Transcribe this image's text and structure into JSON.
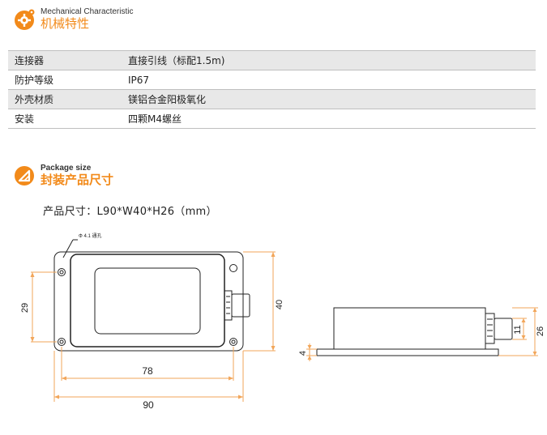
{
  "mechanical": {
    "title_en": "Mechanical Characteristic",
    "title_cn": "机械特性",
    "rows": [
      {
        "key": "连接器",
        "value": "直接引线（标配1.5m)"
      },
      {
        "key": "防护等级",
        "value": "IP67"
      },
      {
        "key": "外壳材质",
        "value": "镁铝合金阳极氧化"
      },
      {
        "key": "安装",
        "value": "四颗M4螺丝"
      }
    ]
  },
  "package": {
    "title_en": "Package size",
    "title_cn": "封装产品尺寸",
    "size_text": "产品尺寸：L90*W40*H26（mm）"
  },
  "drawing": {
    "hole_note": "Φ 4.1 通孔",
    "dim_29": "29",
    "dim_40": "40",
    "dim_78": "78",
    "dim_90": "90",
    "dim_4": "4",
    "dim_11": "11",
    "dim_26": "26"
  },
  "colors": {
    "accent": "#f28a1a",
    "row_shade": "#e8e8e8",
    "dim_line": "#f2a65a"
  },
  "icons": [
    "gear-icon",
    "ruler-triangle-icon"
  ]
}
